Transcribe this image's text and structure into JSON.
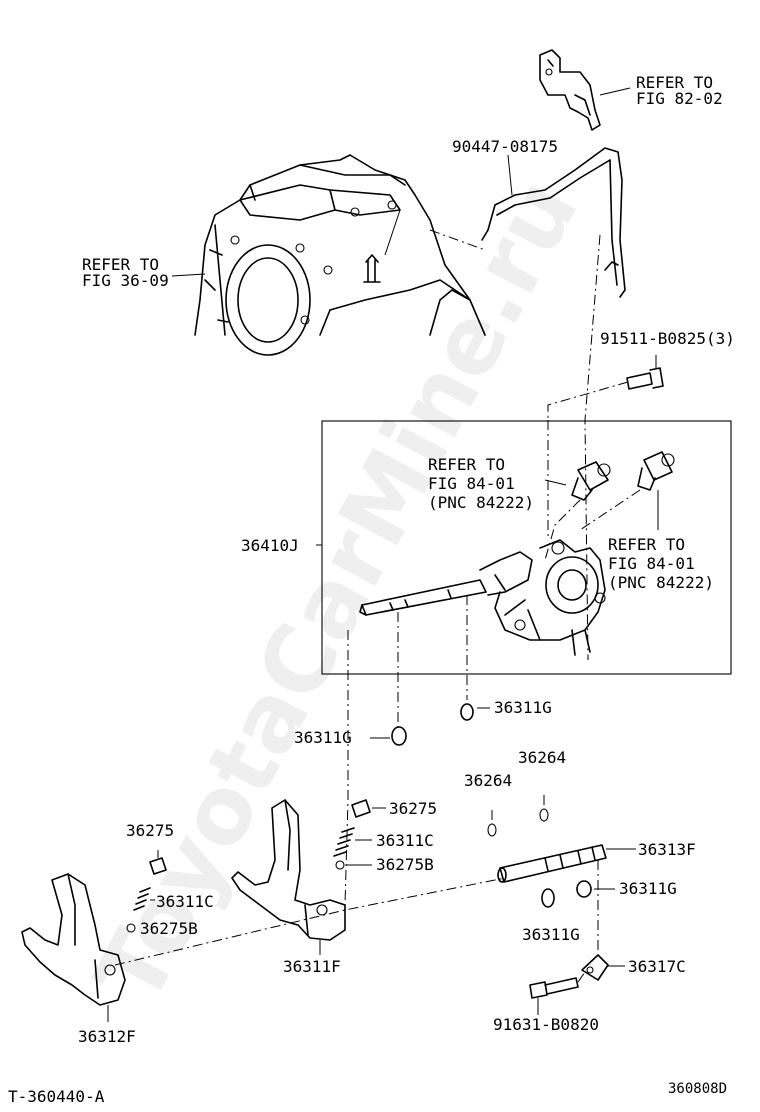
{
  "watermark": "ToyotaCarMine.ru",
  "colors": {
    "ink": "#000000",
    "paper": "#ffffff",
    "watermark": "#b8b8b8"
  },
  "callouts": {
    "refer_82_02_a": "REFER TO",
    "refer_82_02_b": "FIG 82-02",
    "pn_90447": "90447-08175",
    "refer_36_09_a": "REFER TO",
    "refer_36_09_b": "FIG 36-09",
    "pn_91511": "91511-B0825(3)",
    "refer_84_left_a": "REFER TO",
    "refer_84_left_b": "FIG 84-01",
    "refer_84_left_c": "(PNC 84222)",
    "refer_84_right_a": "REFER TO",
    "refer_84_right_b": "FIG 84-01",
    "refer_84_right_c": "(PNC 84222)",
    "pn_36410J": "36410J",
    "pn_36311G_a": "36311G",
    "pn_36311G_b": "36311G",
    "pn_36264_a": "36264",
    "pn_36264_b": "36264",
    "pn_36275_a": "36275",
    "pn_36311C_a": "36311C",
    "pn_36275B_a": "36275B",
    "pn_36313F": "36313F",
    "pn_36275_b": "36275",
    "pn_36311C_b": "36311C",
    "pn_36275B_b": "36275B",
    "pn_36311G_c": "36311G",
    "pn_36311G_d": "36311G",
    "pn_36311F": "36311F",
    "pn_36317C": "36317C",
    "pn_91631": "91631-B0820",
    "pn_36312F": "36312F"
  },
  "footer": {
    "figure_id": "T-360440-A",
    "drawing_no": "360808D"
  }
}
